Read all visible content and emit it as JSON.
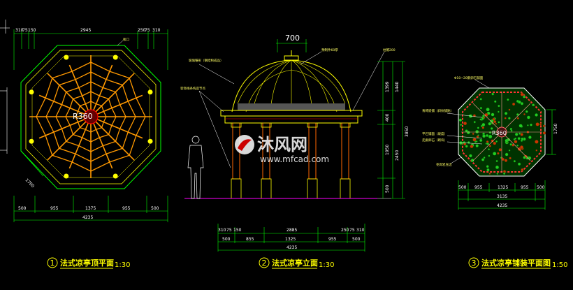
{
  "plan": {
    "dims_top": [
      "310",
      "75",
      "150",
      "2945",
      "250",
      "75",
      "310"
    ],
    "dims_bottom_1": [
      "500",
      "955",
      "1375",
      "955",
      "500"
    ],
    "dims_bottom_2": [
      "4235"
    ],
    "center_label": "R360",
    "diag_label": "1700",
    "title_num": "1",
    "title": "法式凉亭顶平面",
    "scale": "1:30",
    "note": "板口"
  },
  "elevation": {
    "top_dim": "700",
    "notes_left": [
      "玻璃锥形（钢结构成品）",
      "装饰线条构造节点"
    ],
    "notes_right": [
      "预制件60厚",
      "柱帽200"
    ],
    "dims_right_1": [
      "1399",
      "400",
      "1950",
      "500"
    ],
    "dims_right_2": [
      "1440",
      "2450"
    ],
    "dims_right_3": [
      "3850"
    ],
    "dims_bottom_1": [
      "310",
      "75",
      "150",
      "2885",
      "250",
      "75",
      "310"
    ],
    "dims_bottom_2": [
      "500",
      "855",
      "1325",
      "955",
      "500"
    ],
    "dims_bottom_3": [
      "4235"
    ],
    "title_num": "2",
    "title": "法式凉亭立面",
    "scale": "1:30"
  },
  "paving": {
    "notes": [
      "Φ10~20鹅卵石铺面",
      "青砖嵌铺（斜纹铺贴）",
      "平石铺面（坡度）",
      "走廊卵石（砌块）",
      "花岗岩压边"
    ],
    "center_label": "R360",
    "dims_right": [
      "1750"
    ],
    "dims_bottom_1": [
      "500",
      "955",
      "1325",
      "955",
      "500"
    ],
    "dims_bottom_2": [
      "3135"
    ],
    "dims_bottom_3": [
      "4235"
    ],
    "title_num": "3",
    "title": "法式凉亭铺装平面图",
    "scale": "1:50"
  },
  "watermark": {
    "text": "沐风网",
    "url": "www.mfcad.com"
  },
  "colors": {
    "background": "#000000",
    "structure": "#ffff00",
    "ribs": "#ff9900",
    "columns": "#ff6600",
    "green": "#00ff00",
    "red": "#ff0000",
    "magenta": "#ff00ff",
    "dims": "#ffffff"
  }
}
